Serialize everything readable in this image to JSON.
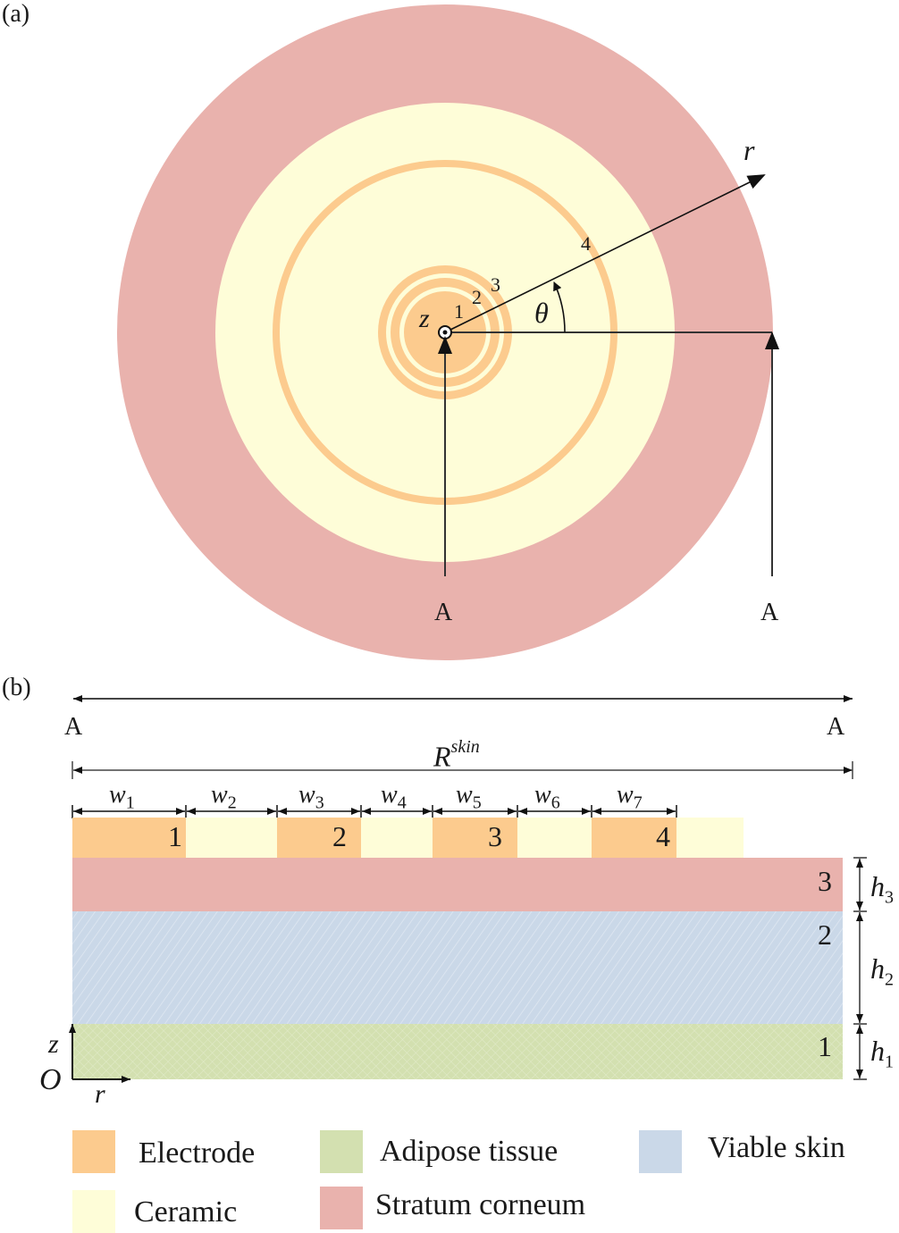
{
  "panels": {
    "a": {
      "label": "(a)",
      "ring_labels": [
        "1",
        "2",
        "3",
        "4"
      ],
      "axis_z": "z",
      "axis_r": "r",
      "angle": "θ",
      "section_labels": [
        "A",
        "A"
      ]
    },
    "b": {
      "label": "(b)",
      "section_labels": [
        "A",
        "A"
      ],
      "rskin_base": "R",
      "rskin_sup": "skin",
      "widths": [
        {
          "base": "w",
          "sub": "1"
        },
        {
          "base": "w",
          "sub": "2"
        },
        {
          "base": "w",
          "sub": "3"
        },
        {
          "base": "w",
          "sub": "4"
        },
        {
          "base": "w",
          "sub": "5"
        },
        {
          "base": "w",
          "sub": "6"
        },
        {
          "base": "w",
          "sub": "7"
        }
      ],
      "electrode_labels": [
        "1",
        "2",
        "3",
        "4"
      ],
      "layer_labels": [
        "3",
        "2",
        "1"
      ],
      "heights": [
        {
          "base": "h",
          "sub": "3"
        },
        {
          "base": "h",
          "sub": "2"
        },
        {
          "base": "h",
          "sub": "1"
        }
      ],
      "origin": "O",
      "axis_z": "z",
      "axis_r": "r"
    }
  },
  "legend": [
    {
      "label": "Electrode",
      "color": "#fccb8e"
    },
    {
      "label": "Adipose tissue",
      "color": "#d3e0b0"
    },
    {
      "label": "Viable skin",
      "color": "#cad8e8"
    },
    {
      "label": "Ceramic",
      "color": "#fefdd8"
    },
    {
      "label": "Stratum corneum",
      "color": "#e9b2ad"
    }
  ],
  "colors": {
    "electrode": "#fccb8e",
    "ceramic": "#fefdd8",
    "stratum_corneum": "#e9b2ad",
    "viable_skin": "#cad8e8",
    "adipose": "#d3e0b0"
  }
}
